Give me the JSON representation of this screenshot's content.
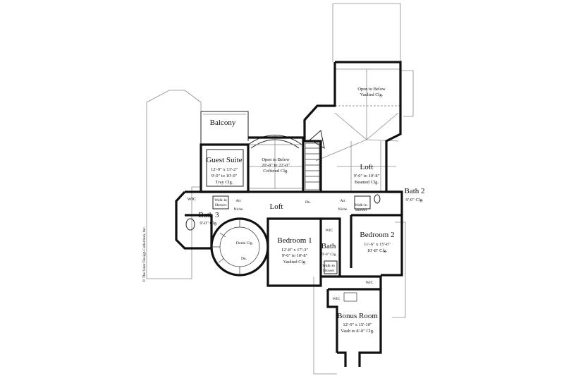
{
  "rooms": {
    "balcony": {
      "name": "Balcony"
    },
    "guest_suite": {
      "name": "Guest Suite",
      "dims": "12'-0\" x 13'-2\"",
      "ceiling1": "9'-0\" to 10'-0\"",
      "ceiling2": "Tray Clg."
    },
    "open_coffered": {
      "line1": "Open to Below",
      "line2": "20'-8\" to 22'-0\"",
      "line3": "Coffered Clg."
    },
    "open_vaulted": {
      "line1": "Open to Below",
      "line2": "Vaulted Clg."
    },
    "loft_right": {
      "name": "Loft",
      "ceiling1": "9'-0\" to 10'-8\"",
      "ceiling2": "Beamed Clg."
    },
    "bath2": {
      "name": "Bath 2",
      "ceiling": "9'-0\" Clg."
    },
    "wic_left": {
      "name": "WIC"
    },
    "bath3": {
      "name": "Bath 3",
      "ceiling": "9'-0\" Clg."
    },
    "walkin_shower_left": {
      "line1": "Walk-in",
      "line2": "Shower"
    },
    "art_niche_left": {
      "line1": "Art",
      "line2": "Niche"
    },
    "loft_center": {
      "name": "Loft"
    },
    "dn_center": {
      "name": "Dn."
    },
    "art_niche_right": {
      "line1": "Art",
      "line2": "Niche"
    },
    "walkin_shower_right": {
      "line1": "Walk-in",
      "line2": "Shower"
    },
    "dome": {
      "name": "Dome Clg."
    },
    "dn_stair": {
      "name": "Dn."
    },
    "bedroom1": {
      "name": "Bedroom 1",
      "dims": "12'-8\" x 17'-3\"",
      "ceiling1": "9'-0\" to 10'-8\"",
      "ceiling2": "Vaulted Clg."
    },
    "wic_mid": {
      "name": "WIC"
    },
    "bath4": {
      "name": "Bath",
      "ceiling": "9'-0\" Clg."
    },
    "walkin_shower_mid": {
      "line1": "Walk-in",
      "line2": "Shower"
    },
    "bedroom2": {
      "name": "Bedroom 2",
      "dims": "11'-6\" x 15'-0\"",
      "ceiling": "10'-8\" Clg."
    },
    "wic_right": {
      "name": "WIC"
    },
    "wic_bottom": {
      "name": "WIC"
    },
    "bonus": {
      "name": "Bonus Room",
      "dims": "12'-0\" x 15'-10\"",
      "ceiling": "Vault to 8'-0\" Clg."
    }
  },
  "copyright": "© The Sater Design Collection, Inc."
}
